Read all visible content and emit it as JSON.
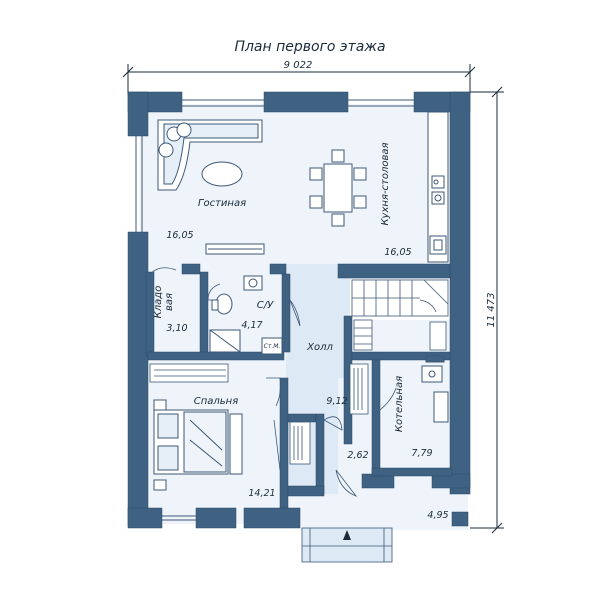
{
  "title": "План первого этажа",
  "dimensions": {
    "width": "9 022",
    "height": "11 473"
  },
  "rooms": {
    "living": {
      "name": "Гостиная",
      "area": "16,05"
    },
    "kitchen": {
      "name": "Кухня-столовая",
      "area": "16,05"
    },
    "pantry": {
      "name_line1": "Кладо",
      "name_line2": "вая",
      "area": "3,10"
    },
    "bathroom": {
      "name": "С/У",
      "area": "4,17"
    },
    "hall": {
      "name": "Холл",
      "area": "9,12"
    },
    "bedroom": {
      "name": "Спальня",
      "area": "14,21"
    },
    "vestibule": {
      "area": "2,62"
    },
    "boiler": {
      "name": "Котельная",
      "area": "7,79"
    },
    "terrace": {
      "area": "4,95"
    }
  },
  "fixtures": {
    "washer_label": "Ст.М."
  },
  "colors": {
    "wall": "#3f6283",
    "wall_stroke": "#2b4966",
    "floor": "#eef4fa",
    "hall_floor": "#dde9f5",
    "stair_floor": "#ffffff",
    "furniture_stroke": "#3d5876",
    "text": "#1a2a3a"
  }
}
